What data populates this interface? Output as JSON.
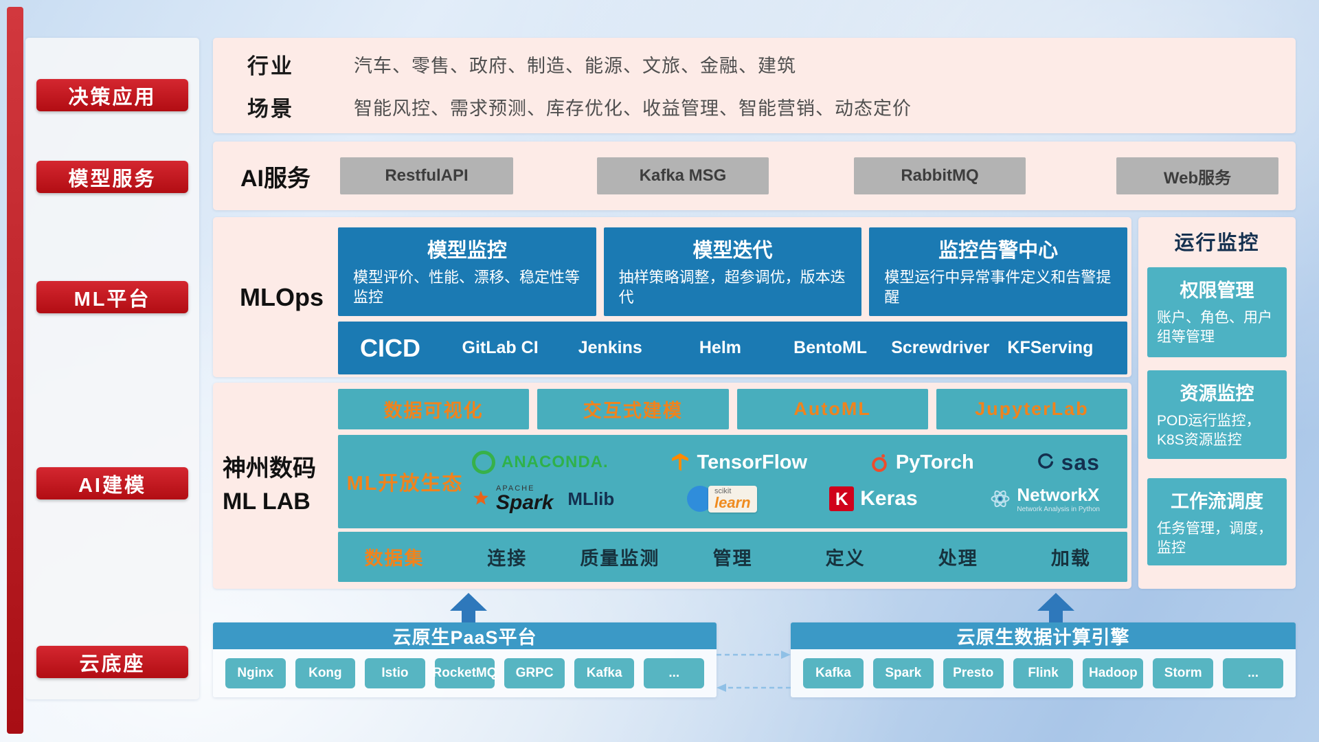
{
  "colors": {
    "accent_red": "#c2111b",
    "panel_pink": "#fdebe7",
    "box_blue": "#1b7ab3",
    "teal": "#48aebd",
    "orange": "#f0831d",
    "bar_blue": "#3b99c6",
    "gray_button": "#b3b3b3"
  },
  "sidebar": {
    "items": [
      {
        "label": "决策应用"
      },
      {
        "label": "模型服务"
      },
      {
        "label": "ML平台"
      },
      {
        "label": "AI建模"
      },
      {
        "label": "云底座"
      }
    ]
  },
  "application_layer": {
    "rows": [
      {
        "label": "行业",
        "text": "汽车、零售、政府、制造、能源、文旅、金融、建筑"
      },
      {
        "label": "场景",
        "text": "智能风控、需求预测、库存优化、收益管理、智能营销、动态定价"
      }
    ]
  },
  "service_layer": {
    "label": "AI服务",
    "items": [
      "RestfulAPI",
      "Kafka MSG",
      "RabbitMQ",
      "Web服务"
    ]
  },
  "mlops": {
    "label": "MLOps",
    "cards": [
      {
        "title": "模型监控",
        "desc": "模型评价、性能、漂移、稳定性等监控"
      },
      {
        "title": "模型迭代",
        "desc": "抽样策略调整，超参调优，版本迭代"
      },
      {
        "title": "监控告警中心",
        "desc": "模型运行中异常事件定义和告警提醒"
      }
    ],
    "cicd": {
      "title": "CICD",
      "items": [
        "GitLab CI",
        "Jenkins",
        "Helm",
        "BentoML",
        "Screwdriver",
        "KFServing"
      ]
    }
  },
  "monitoring": {
    "title": "运行监控",
    "cards": [
      {
        "title": "权限管理",
        "desc": "账户、角色、用户组等管理"
      },
      {
        "title": "资源监控",
        "desc": "POD运行监控，K8S资源监控"
      },
      {
        "title": "工作流调度",
        "desc": "任务管理，调度，监控"
      }
    ]
  },
  "mllab": {
    "label_line1": "神州数码",
    "label_line2": "ML LAB",
    "tools": [
      "数据可视化",
      "交互式建模",
      "AutoML",
      "JupyterLab"
    ],
    "ecosystem": {
      "label": "ML开放生态",
      "logos": {
        "anaconda": "ANACONDA.",
        "tensorflow": "TensorFlow",
        "pytorch": "PyTorch",
        "sas": "sas",
        "apache": "APACHE",
        "spark": "Spark",
        "mllib": "MLlib",
        "scikit_top": "scikit",
        "scikit": "learn",
        "keras_k": "K",
        "keras": "Keras",
        "networkx": "NetworkX",
        "networkx_sub": "Network Analysis in Python"
      }
    },
    "dataset": {
      "label": "数据集",
      "items": [
        "连接",
        "质量监测",
        "管理",
        "定义",
        "处理",
        "加载"
      ]
    }
  },
  "cloud": {
    "paas": {
      "title": "云原生PaaS平台",
      "items": [
        "Nginx",
        "Kong",
        "Istio",
        "RocketMQ",
        "GRPC",
        "Kafka",
        "..."
      ]
    },
    "engine": {
      "title": "云原生数据计算引擎",
      "items": [
        "Kafka",
        "Spark",
        "Presto",
        "Flink",
        "Hadoop",
        "Storm",
        "..."
      ]
    }
  }
}
